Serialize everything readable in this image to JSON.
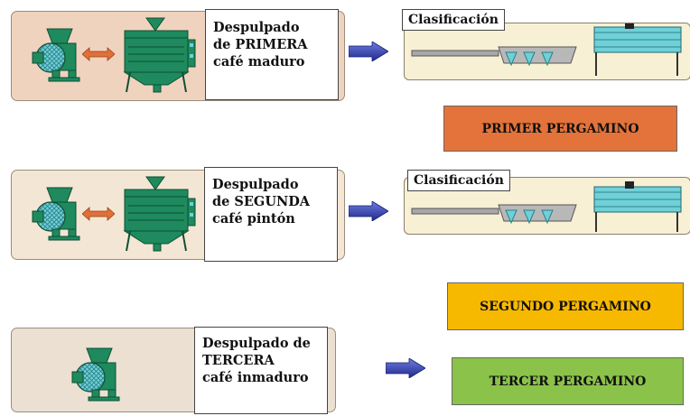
{
  "rows": [
    {
      "label_lines": [
        "Despulpado",
        "de PRIMERA",
        "café maduro"
      ],
      "classification_label": "Clasificación",
      "output_label": "PRIMER PERGAMINO",
      "output_color": "#e3733a",
      "panel_color": "#f0d3be"
    },
    {
      "label_lines": [
        "Despulpado",
        "de SEGUNDA",
        "café pintón"
      ],
      "classification_label": "Clasificación",
      "output_label": "SEGUNDO PERGAMINO",
      "output_color": "#f7b800",
      "panel_color": "#f4e6d4"
    },
    {
      "label_lines": [
        "Despulpado de",
        "TERCERA",
        "café inmaduro"
      ],
      "output_label": "TERCER PERGAMINO",
      "output_color": "#8bc34a",
      "panel_color": "#ece0d2"
    }
  ],
  "colors": {
    "machine_green": "#1e8a5e",
    "machine_mesh": "#6fd0d8",
    "link_arrow": "#e0703a",
    "flow_arrow": "#2b3aa8"
  },
  "icons": [
    "depulper-machine-icon",
    "pre-cleaner-machine-icon",
    "double-arrow-icon",
    "flow-arrow-icon",
    "screw-conveyor-icon",
    "rotary-screen-icon"
  ]
}
